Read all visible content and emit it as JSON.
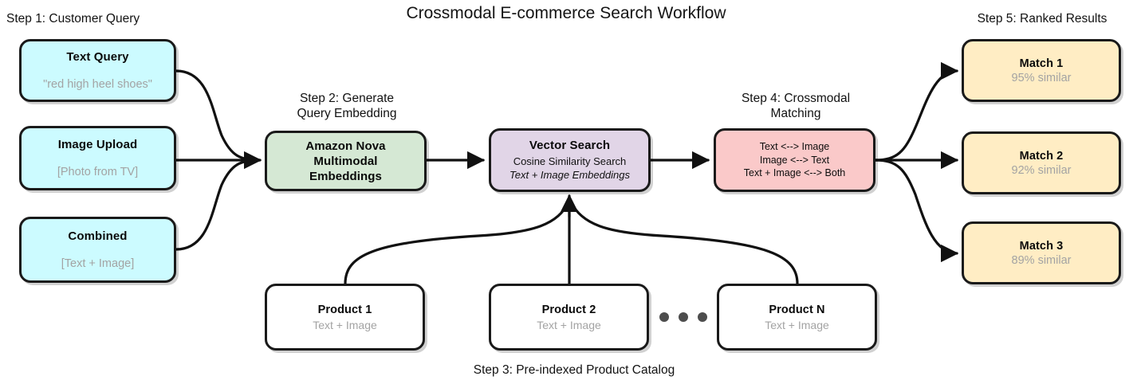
{
  "page": {
    "title": "Crossmodal E-commerce Search Workflow",
    "background": "#ffffff"
  },
  "colors": {
    "query_fill": "#ccfbff",
    "embeddings_fill": "#d5e8d4",
    "vector_search_fill": "#e1d5e7",
    "matching_fill": "#fac9c9",
    "product_fill": "#ffffff",
    "match_fill": "#ffedc4",
    "stroke": "#1a1a1a",
    "muted_text": "#a3a3a3",
    "ellipsis_dot": "#4d4d4d"
  },
  "captions": {
    "step1": "Step 1: Customer Query",
    "step2": "Step 2: Generate\nQuery Embedding",
    "step2_line1": "Step 2: Generate",
    "step2_line2": "Query Embedding",
    "step3": "Step 3: Pre-indexed Product Catalog",
    "step4_line1": "Step 4: Crossmodal",
    "step4_line2": "Matching",
    "step5": "Step 5: Ranked Results"
  },
  "queries": [
    {
      "title": "Text Query",
      "sub": "\"red high heel shoes\""
    },
    {
      "title": "Image Upload",
      "sub": "[Photo from TV]"
    },
    {
      "title": "Combined",
      "sub": "[Text + Image]"
    }
  ],
  "embeddings": {
    "line1": "Amazon Nova",
    "line2": "Multimodal",
    "line3": "Embeddings"
  },
  "vector_search": {
    "title": "Vector Search",
    "sub1": "Cosine Similarity Search",
    "sub2": "Text + Image Embeddings"
  },
  "matching": {
    "line1": "Text <--> Image",
    "line2": "Image <--> Text",
    "line3": "Text + Image <--> Both"
  },
  "catalog": {
    "products": [
      {
        "title": "Product 1",
        "sub": "Text + Image"
      },
      {
        "title": "Product 2",
        "sub": "Text + Image"
      },
      {
        "title": "Product N",
        "sub": "Text + Image"
      }
    ],
    "ellipsis": "• • •"
  },
  "results": [
    {
      "title": "Match 1",
      "sub": "95% similar"
    },
    {
      "title": "Match 2",
      "sub": "92% similar"
    },
    {
      "title": "Match 3",
      "sub": "89% similar"
    }
  ]
}
